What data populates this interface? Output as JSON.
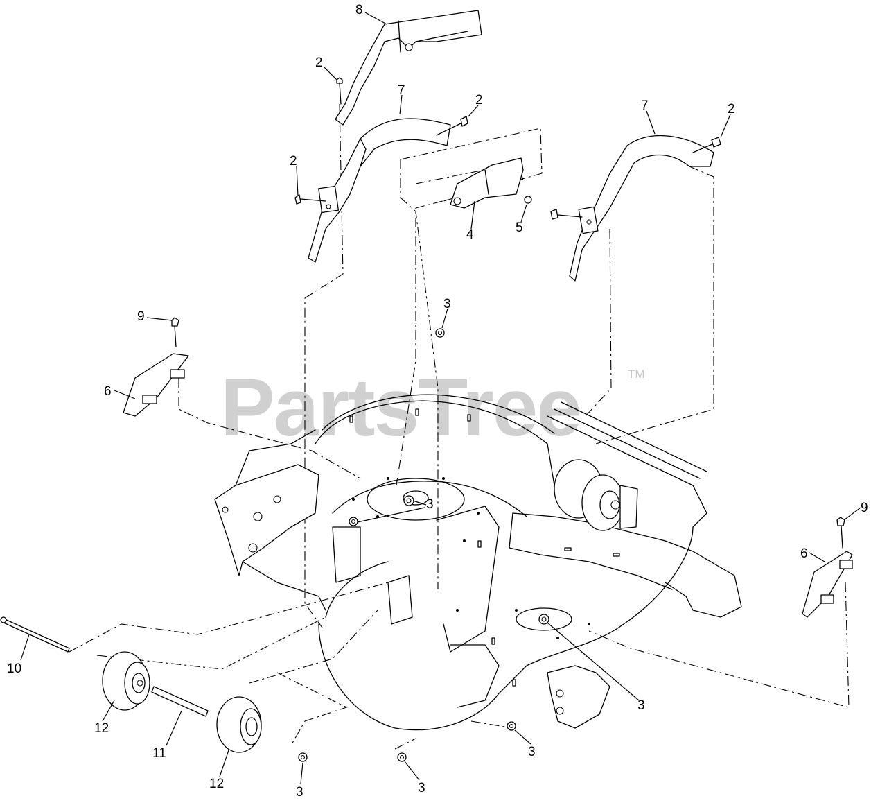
{
  "watermark": {
    "text": "PartsTree",
    "trademark": "TM"
  },
  "callouts": [
    {
      "id": "c-8",
      "label": "8"
    },
    {
      "id": "c-2a",
      "label": "2"
    },
    {
      "id": "c-7a",
      "label": "7"
    },
    {
      "id": "c-2b",
      "label": "2"
    },
    {
      "id": "c-2c",
      "label": "2"
    },
    {
      "id": "c-7b",
      "label": "7"
    },
    {
      "id": "c-2d",
      "label": "2"
    },
    {
      "id": "c-4",
      "label": "4"
    },
    {
      "id": "c-5",
      "label": "5"
    },
    {
      "id": "c-3a",
      "label": "3"
    },
    {
      "id": "c-9a",
      "label": "9"
    },
    {
      "id": "c-6a",
      "label": "6"
    },
    {
      "id": "c-3b",
      "label": "3"
    },
    {
      "id": "c-9b",
      "label": "9"
    },
    {
      "id": "c-6b",
      "label": "6"
    },
    {
      "id": "c-10",
      "label": "10"
    },
    {
      "id": "c-3c",
      "label": "3"
    },
    {
      "id": "c-12a",
      "label": "12"
    },
    {
      "id": "c-11",
      "label": "11"
    },
    {
      "id": "c-12b",
      "label": "12"
    },
    {
      "id": "c-3d",
      "label": "3"
    },
    {
      "id": "c-3e",
      "label": "3"
    },
    {
      "id": "c-3f",
      "label": "3"
    }
  ]
}
